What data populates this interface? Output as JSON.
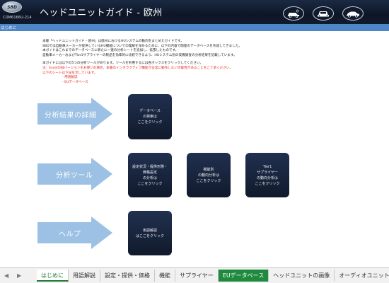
{
  "header": {
    "logo_text": "SBD",
    "doc_code": "COM6166U-214",
    "title": "ヘッドユニットガイド - 欧州",
    "car_buttons": [
      {
        "icon": "car-connected-icon"
      },
      {
        "icon": "car-front-icon"
      },
      {
        "icon": "car-side-icon"
      }
    ]
  },
  "subbar": {
    "tag": "はじめに"
  },
  "intro": {
    "lines": [
      "本書「ヘッドユニットガイド – 欧州」は欧州におけるHUシステムの動向をまとめたガイドです。",
      "SBDでは自動車メーカーが提供しているHU機能についての理解を深めるために、以下の内容で関連のデータベースを作成してきました。",
      "本ガイドはこれまでのデータベースに新たに一連の分析シートを追加し、拡張したものです。",
      "自動車メーカーおよびTier1サプライヤーの製品を効率的に比較できるよう、HUシステム別の実機調査の分析結果を記載しています。"
    ],
    "usage_line": "本ガイドには以下の5つの分析ツールがあります。ツールを利用するには各ボックスをクリックしてください。",
    "warning_lines": [
      "注：Excelの旧バージョンをお使いの場合、本書のインタラクティブ機能が正常に動作しない可能性があることをご了承ください。",
      "以下のシートは下記を示しています。"
    ],
    "sheet_items": [
      "- 用語解説",
      "- EUデータベース"
    ]
  },
  "sections": {
    "analysis": "分析結果の詳細",
    "tools": "分析ツール",
    "help": "ヘルプ"
  },
  "buttons": {
    "database": [
      "データベース",
      "の検索は",
      "ここをクリック"
    ],
    "setup_price": [
      "設定状況・提供形態・",
      "価格設定",
      "の分析は",
      "ここをクリック"
    ],
    "function": [
      "機能別",
      "の動向分析は",
      "ここをクリック"
    ],
    "supplier": [
      "Tier1",
      "サプライヤー",
      "の動向分析は",
      "ここをクリック"
    ],
    "glossary": [
      "用語解説",
      "はここをクリック"
    ]
  },
  "tabs": [
    {
      "label": "はじめに",
      "active": true
    },
    {
      "label": "用語解説"
    },
    {
      "label": "設定・提供・価格"
    },
    {
      "label": "機能"
    },
    {
      "label": "サプライヤー"
    },
    {
      "label": "EUデータベース",
      "green": true
    },
    {
      "label": "ヘッドユニットの画像"
    },
    {
      "label": "オーディオユニット"
    }
  ],
  "colors": {
    "header_bg": "#0d1626",
    "subbar": "#4d86c6",
    "arrow": "#9cc1e4",
    "button_bg": "#14203a",
    "warning": "#e0231c",
    "active_tab_text": "#1b6e2b",
    "green_tab": "#1f8a3e"
  }
}
